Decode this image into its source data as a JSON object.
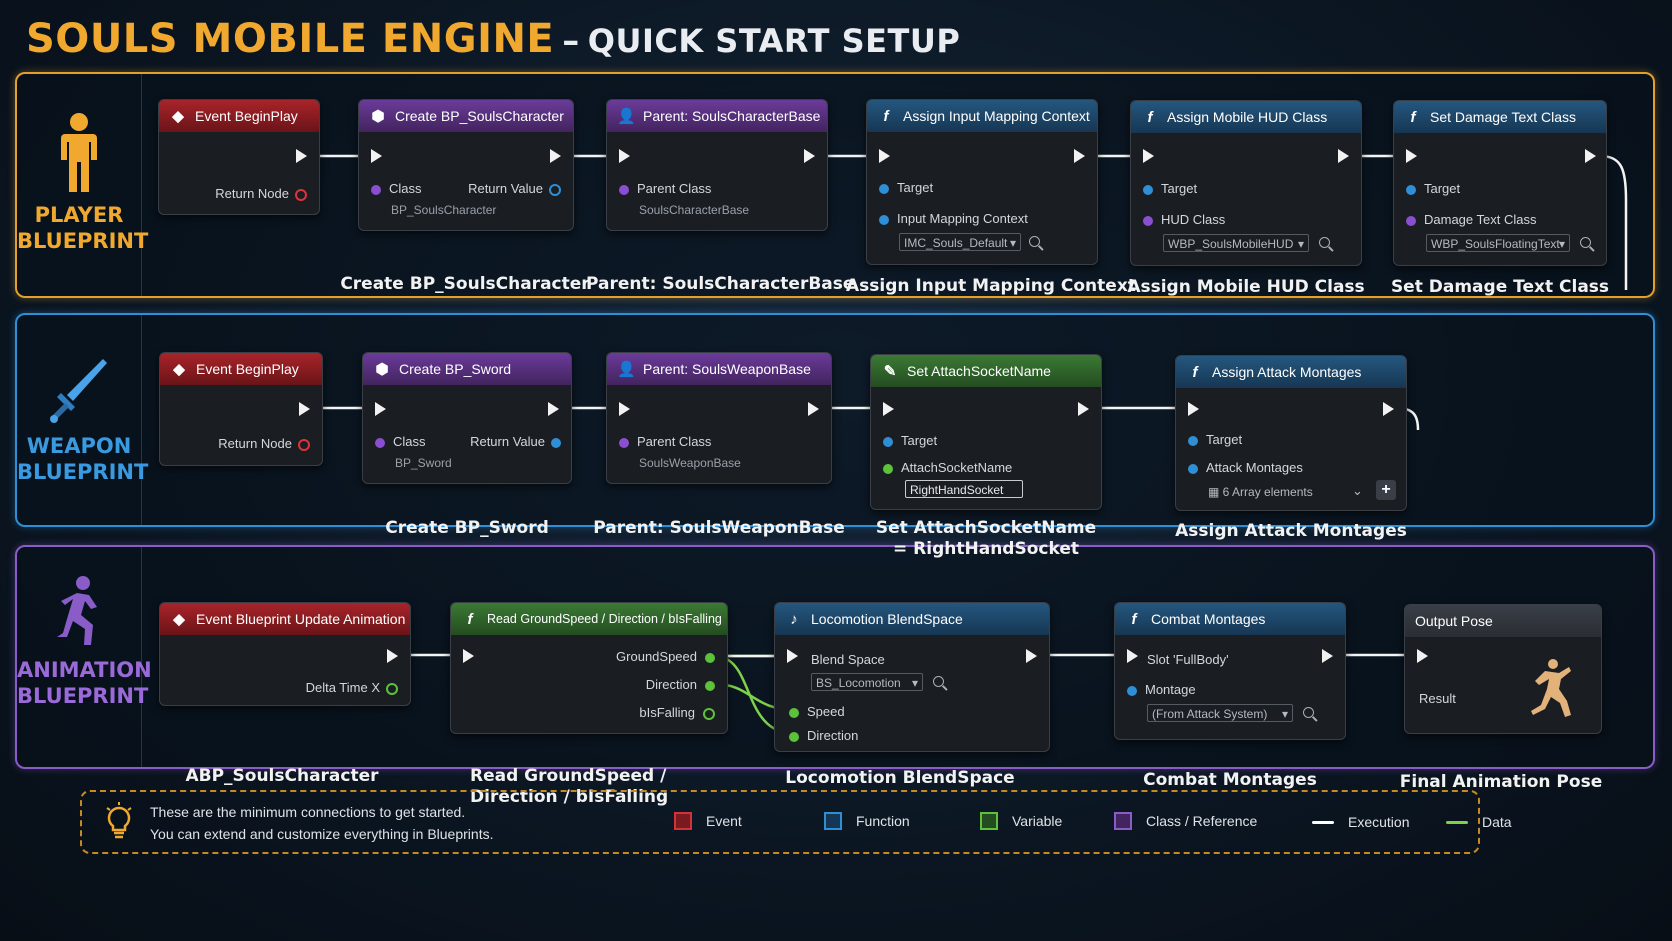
{
  "title": {
    "main": "SOULS MOBILE ENGINE",
    "sep": "–",
    "sub": "QUICK START SETUP"
  },
  "colors": {
    "player": "#e3a02c",
    "weapon": "#2f8fd6",
    "animation": "#8a5cc8",
    "event": "#a8242a",
    "function": "#25577f",
    "variable": "#3b7a35",
    "class": "#6b3b9a",
    "exec": "#ffffff",
    "data": "#7ed24a"
  },
  "player": {
    "label1": "PLAYER",
    "label2": "BLUEPRINT",
    "event_node": {
      "title": "Event BeginPlay",
      "pin": "Return Node"
    },
    "create_node": {
      "title": "Create BP_SoulsCharacter",
      "class_label": "Class",
      "class_value": "BP_SoulsCharacter",
      "return_label": "Return Value",
      "caption": "Create BP_SoulsCharacter"
    },
    "parent_node": {
      "title": "Parent: SoulsCharacterBase",
      "pin": "Parent Class",
      "value": "SoulsCharacterBase",
      "caption": "Parent: SoulsCharacterBase"
    },
    "input_node": {
      "title": "Assign Input Mapping Context",
      "target": "Target",
      "pin": "Input Mapping Context",
      "value": "IMC_Souls_Default",
      "caption": "Assign Input Mapping Context"
    },
    "hud_node": {
      "title": "Assign Mobile HUD Class",
      "target": "Target",
      "pin": "HUD Class",
      "value": "WBP_SoulsMobileHUD",
      "caption": "Assign Mobile HUD Class"
    },
    "damage_node": {
      "title": "Set Damage Text Class",
      "target": "Target",
      "pin": "Damage Text Class",
      "value": "WBP_SoulsFloatingText",
      "caption": "Set Damage Text Class"
    }
  },
  "weapon": {
    "label1": "WEAPON",
    "label2": "BLUEPRINT",
    "event_node": {
      "title": "Event BeginPlay",
      "pin": "Return Node"
    },
    "create_node": {
      "title": "Create BP_Sword",
      "class_label": "Class",
      "class_value": "BP_Sword",
      "return_label": "Return Value",
      "caption": "Create BP_Sword"
    },
    "parent_node": {
      "title": "Parent: SoulsWeaponBase",
      "pin": "Parent Class",
      "value": "SoulsWeaponBase",
      "caption": "Parent: SoulsWeaponBase"
    },
    "socket_node": {
      "title": "Set AttachSocketName",
      "target": "Target",
      "pin": "AttachSocketName",
      "value": "RightHandSocket",
      "caption1": "Set AttachSocketName",
      "caption2": "= RightHandSocket"
    },
    "montage_node": {
      "title": "Assign Attack Montages",
      "target": "Target",
      "pin": "Attack Montages",
      "value": "6 Array elements",
      "caption": "Assign Attack Montages"
    }
  },
  "animation": {
    "label1": "ANIMATION",
    "label2": "BLUEPRINT",
    "event_node": {
      "title": "Event Blueprint Update Animation",
      "pin": "Delta Time X",
      "caption": "ABP_SoulsCharacter"
    },
    "read_node": {
      "title": "Read GroundSpeed / Direction / bIsFalling",
      "pin1": "GroundSpeed",
      "pin2": "Direction",
      "pin3": "bIsFalling",
      "caption1": "Read GroundSpeed /",
      "caption2": "Direction / bIsFalling"
    },
    "blend_node": {
      "title": "Locomotion BlendSpace",
      "pin1": "Blend Space",
      "value": "BS_Locomotion",
      "pin2": "Speed",
      "pin3": "Direction",
      "caption": "Locomotion BlendSpace"
    },
    "combat_node": {
      "title": "Combat Montages",
      "pin1": "Slot 'FullBody'",
      "pin2": "Montage",
      "value": "(From Attack System)",
      "caption": "Combat Montages"
    },
    "output_node": {
      "title": "Output Pose",
      "pin": "Result",
      "caption": "Final Animation Pose"
    }
  },
  "legend": {
    "note1": "These are the minimum connections to get started.",
    "note2": "You can extend and customize everything in Blueprints.",
    "event": "Event",
    "function": "Function",
    "variable": "Variable",
    "class": "Class / Reference",
    "execution": "Execution",
    "data": "Data"
  }
}
